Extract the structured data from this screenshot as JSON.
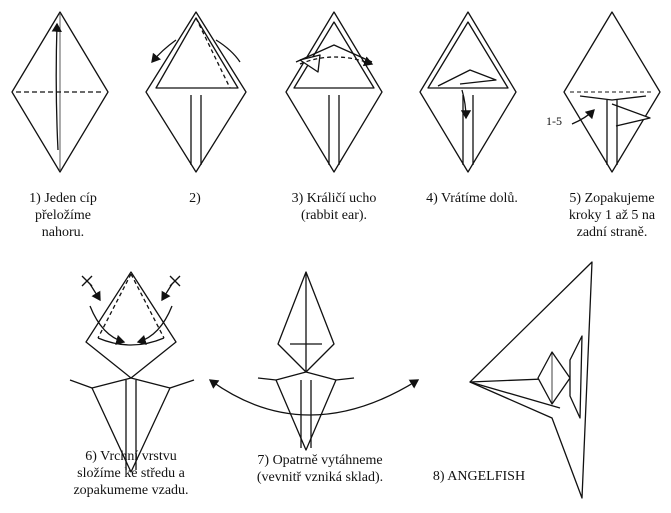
{
  "steps": [
    {
      "lines": [
        "1) Jeden cíp",
        "přeložíme",
        "nahoru."
      ]
    },
    {
      "lines": [
        "2)"
      ]
    },
    {
      "lines": [
        "3) Králičí ucho",
        "(rabbit ear)."
      ]
    },
    {
      "lines": [
        "4) Vrátíme dolů."
      ]
    },
    {
      "lines": [
        "5) Zopakujeme",
        "kroky 1 až 5 na",
        "zadní straně."
      ]
    },
    {
      "lines": [
        "6) Vrchní vrstvu",
        "složíme ke středu a",
        "zopakumeme vzadu."
      ]
    },
    {
      "lines": [
        "7) Opatrně vytáhneme",
        "(vevnitř vzniká sklad)."
      ]
    },
    {
      "lines": [
        "8) ANGELFISH"
      ]
    }
  ],
  "repeat_label": "1-5"
}
